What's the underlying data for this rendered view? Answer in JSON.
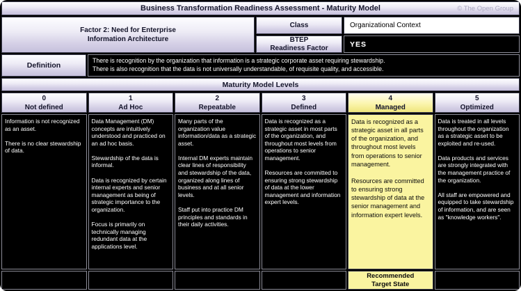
{
  "title_bar": {
    "title": "Business Transformation Readiness Assessment - Maturity Model",
    "copyright": "© The Open Group"
  },
  "factor": {
    "label": "Factor 2: Need for Enterprise\nInformation Architecture",
    "class_label": "Class",
    "class_value": "Organizational Context",
    "btep_label": "BTEP\nReadiness Factor",
    "btep_value": "YES"
  },
  "definition": {
    "label": "Definition",
    "text": "There is recognition by the organization that information is a strategic corporate asset requiring stewardship.\nThere is also recognition that the data is not universally understandable, of requisite quality, and accessible."
  },
  "maturity_header": "Maturity Model Levels",
  "levels": [
    {
      "number": "0",
      "name": "Not defined",
      "text": "Information is not recognized as an asset.\n\nThere is no clear stewardship of data.",
      "footer": ""
    },
    {
      "number": "1",
      "name": "Ad Hoc",
      "text": "Data Management (DM) concepts are intuitively understood and practiced on an ad hoc basis.\n\nStewardship of the data is informal.\n\nData is recognized by certain internal experts and senior management as being of strategic importance to the organization.\n\nFocus is primarily on technically managing redundant data at the applications level.",
      "footer": ""
    },
    {
      "number": "2",
      "name": "Repeatable",
      "text": "Many parts of the organization value information/data as a strategic asset.\n\nInternal DM experts maintain clear lines of responsibility and stewardship of the data, organized along lines of business and at all senior levels.\n\nStaff put into practice DM principles and standards in their daily activities.",
      "footer": ""
    },
    {
      "number": "3",
      "name": "Defined",
      "text": "Data is recognized as a strategic asset in most parts of the organization, and throughout most levels from operations to senior management.\n\nResources are committed to ensuring strong stewardship of data at the lower management and information expert levels.",
      "footer": ""
    },
    {
      "number": "4",
      "name": "Managed",
      "text": "Data is recognized as a strategic asset in all parts of the organization, and throughout most levels from operations to senior management.\n\nResources are committed to ensuring strong stewardship of data at the senior management and information expert levels.",
      "footer": "Recommended\nTarget State"
    },
    {
      "number": "5",
      "name": "Optimized",
      "text": "Data is treated in all levels throughout the organization as a strategic asset to be exploited and re-used.\n\nData products and services are strongly integrated with the management practice of the organization.\n\nAll staff are empowered and equipped to take stewardship of information, and are seen as \"knowledge workers\".",
      "footer": ""
    }
  ],
  "colors": {
    "lavender": "#c6c0dc",
    "highlight_yellow": "#faf4a0",
    "cell_black": "#000000"
  }
}
